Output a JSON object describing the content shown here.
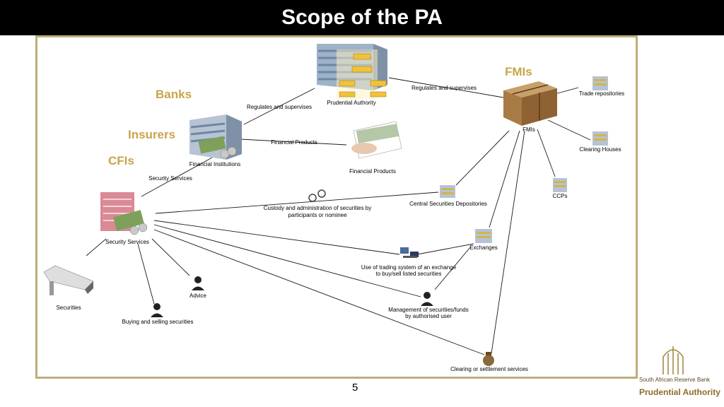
{
  "slide": {
    "title": "Scope of the PA",
    "page_number": "5"
  },
  "categories": {
    "banks": "Banks",
    "insurers": "Insurers",
    "cfis": "CFIs",
    "fmis": "FMIs"
  },
  "nodes": {
    "prudential_authority": "Prudential Authority",
    "fmis_box": "FMIs",
    "trade_repositories": "Trade repositories",
    "clearing_houses": "Clearing Houses",
    "ccps": "CCPs",
    "financial_institutions": "Financial Institutions",
    "financial_products": "Financial Products",
    "security_services": "Security Services",
    "central_securities_depositories": "Central Securities Depositories",
    "exchanges": "Exchanges",
    "securities": "Securities",
    "advice": "Advice",
    "buying_selling": "Buying and selling securities",
    "clearing_settlement": "Clearing or settlement services"
  },
  "edge_labels": {
    "regulates_left": "Regulates and supervises",
    "regulates_right": "Regulates and supervises",
    "financial_products_edge": "Financial Products",
    "security_services_edge": "Security Services",
    "custody_line1": "Custody and administration of securities by",
    "custody_line2": "participants or nominee",
    "trading_line1": "Use of trading system of an exchange",
    "trading_line2": "to buy/sell listed securities",
    "management_line1": "Management of securities/funds",
    "management_line2": "by authorised user"
  },
  "logo": {
    "name": "South African Reserve Bank",
    "subtitle": "Prudential Authority"
  },
  "colors": {
    "category_gold": "#c9a44a",
    "frame_border": "#bfae7a",
    "title_bar": "#000000"
  }
}
